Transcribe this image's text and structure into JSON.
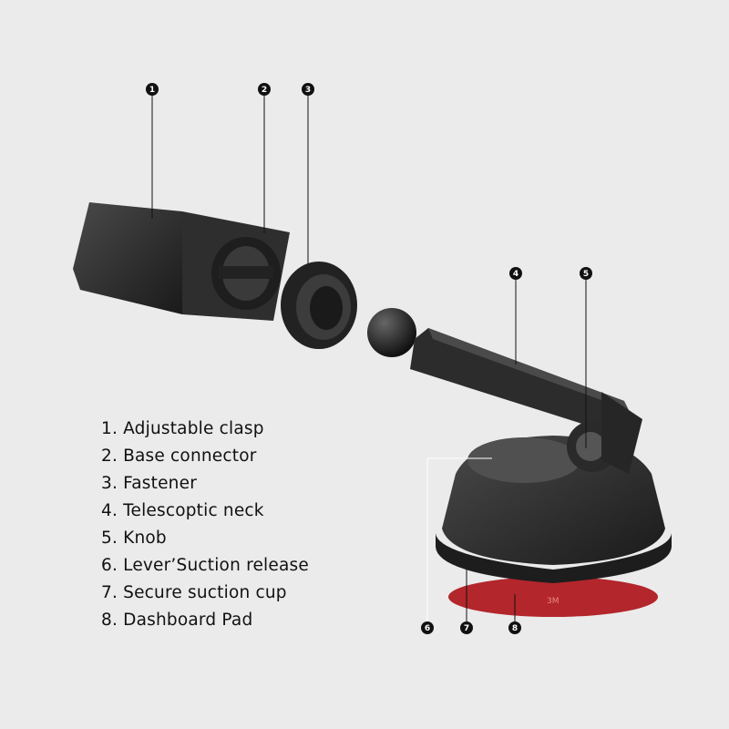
{
  "markers": [
    "1",
    "2",
    "3",
    "4",
    "5",
    "6",
    "7",
    "8"
  ],
  "legend": [
    "1. Adjustable clasp",
    "2. Base connector",
    "3. Fastener",
    "4. Telescoptic neck",
    "5. Knob",
    "6. Lever’Suction release",
    "7. Secure suction cup",
    "8. Dashboard Pad"
  ],
  "pad_logo": "3M",
  "colors": {
    "background": "#ebebeb",
    "part": "#2a2a2a",
    "pad": "#b3262b",
    "marker": "#111111"
  }
}
